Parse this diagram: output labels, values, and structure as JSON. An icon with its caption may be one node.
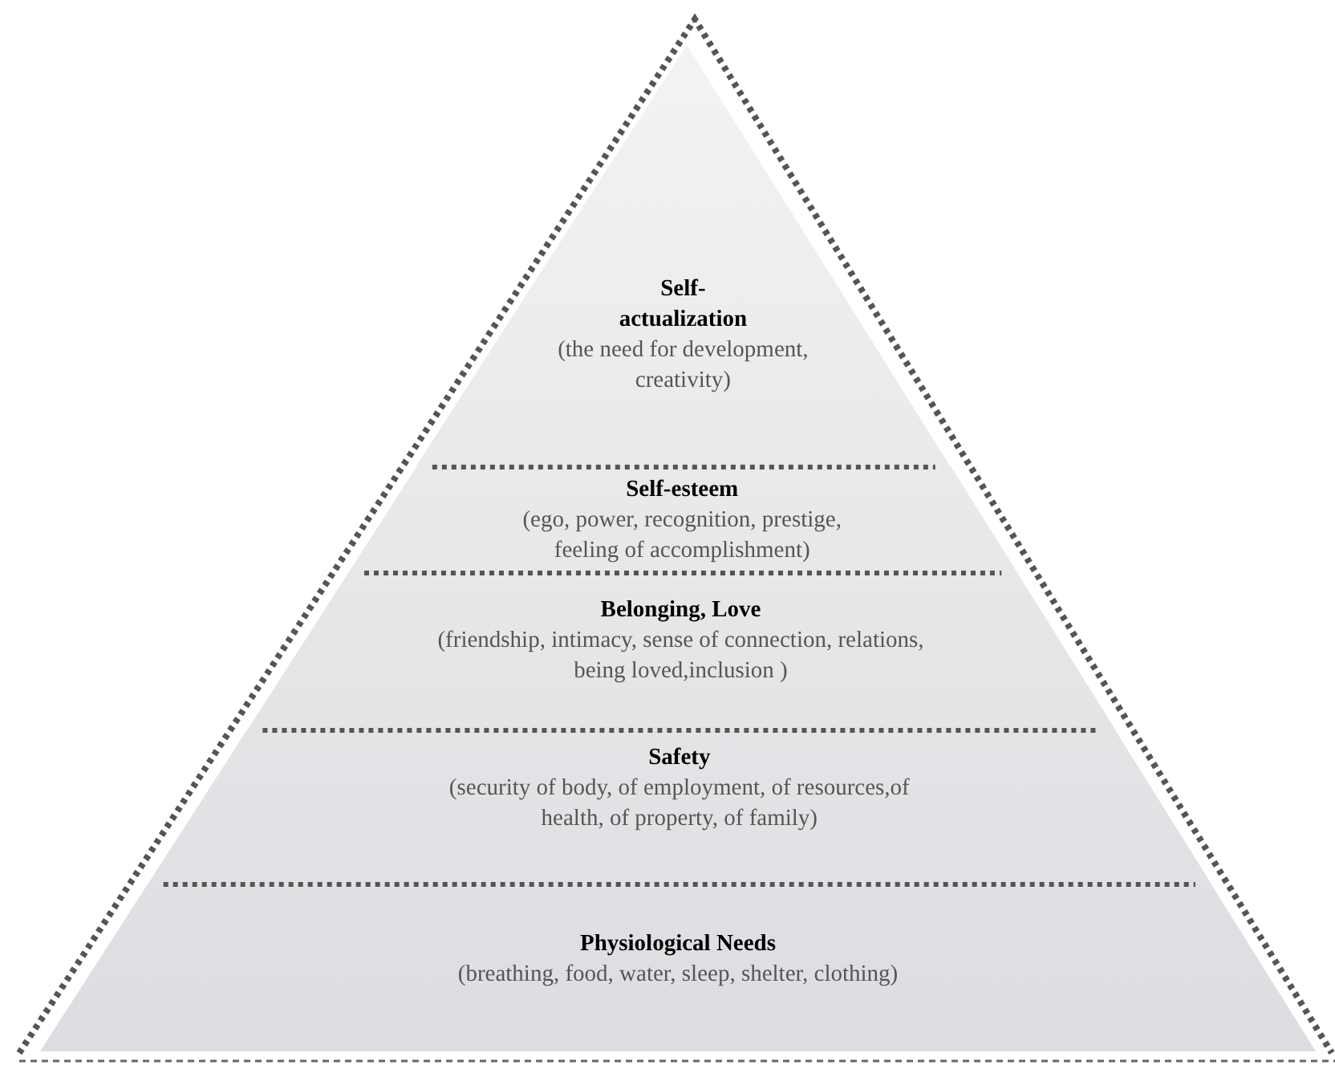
{
  "diagram": {
    "nodes": [
      {
        "text": [
          "Self- actualization",
          "(the need for development, creativity)"
        ]
      },
      {
        "text": [
          "Self-esteem",
          "(ego, power, recognition, prestige, feeling of accomplishment)"
        ]
      },
      {
        "text": [
          "Belonging, Love",
          "(friendship, intimacy, sense of connection, relations, being loved,inclusion )"
        ]
      },
      {
        "text": [
          "Safety",
          "(security of body, of employment, of resources,of health, of property, of family)"
        ]
      },
      {
        "text": [
          "Physiological Needs",
          "(breathing, food, water, sleep, shelter, clothing)"
        ]
      }
    ]
  }
}
